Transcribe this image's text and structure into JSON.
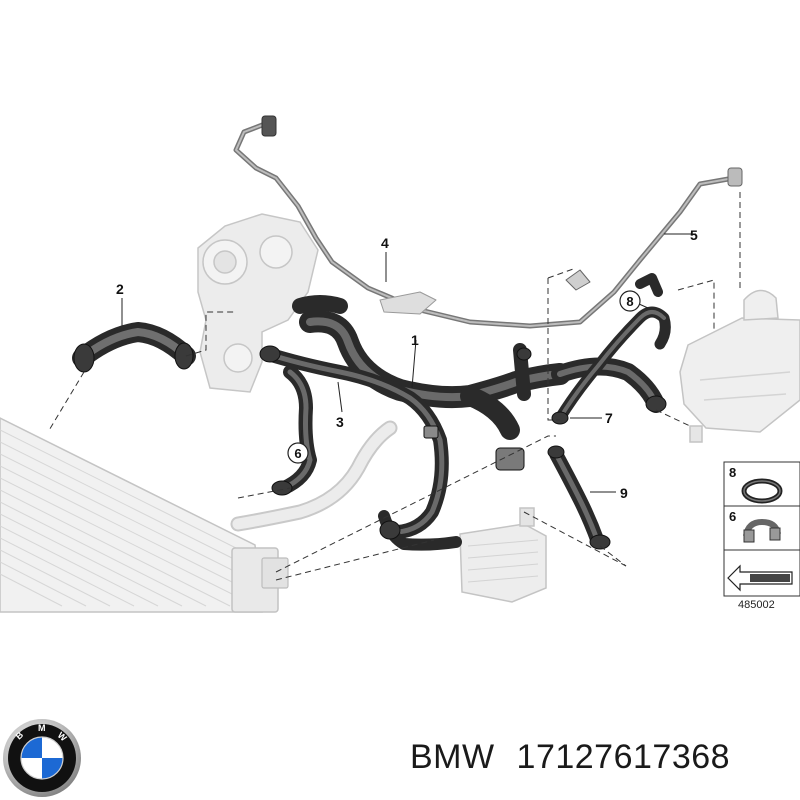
{
  "diagram": {
    "callouts": [
      "1",
      "2",
      "3",
      "4",
      "5",
      "6",
      "7",
      "8",
      "9"
    ],
    "legend": {
      "items": [
        {
          "label": "8",
          "icon": "seal-ring-icon"
        },
        {
          "label": "6",
          "icon": "hose-clamp-icon"
        }
      ],
      "arrow_icon": "direction-arrow-icon",
      "reference_number": "485002"
    }
  },
  "brand": {
    "logo_letters": "BMW",
    "logo_icon": "bmw-roundel-icon",
    "colors": {
      "blue": "#1c69d4",
      "ring": "#111111",
      "chrome": "#c9c9c9"
    }
  },
  "caption": {
    "brand": "BMW",
    "part_number": "17127617368"
  }
}
